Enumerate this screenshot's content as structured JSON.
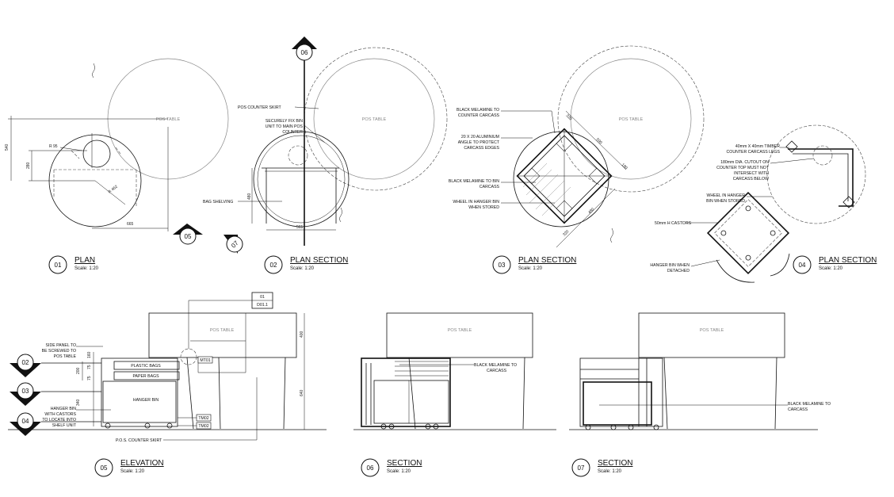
{
  "views": [
    {
      "id": "01",
      "title": "PLAN",
      "scale": "Scale: 1:20"
    },
    {
      "id": "02",
      "title": "PLAN SECTION",
      "scale": "Scale: 1:20"
    },
    {
      "id": "03",
      "title": "PLAN SECTION",
      "scale": "Scale: 1:20"
    },
    {
      "id": "04",
      "title": "PLAN SECTION",
      "scale": "Scale: 1:20"
    },
    {
      "id": "05",
      "title": "ELEVATION",
      "scale": "Scale: 1:20"
    },
    {
      "id": "06",
      "title": "SECTION",
      "scale": "Scale: 1:20"
    },
    {
      "id": "07",
      "title": "SECTION",
      "scale": "Scale: 1:20"
    }
  ],
  "pos_table": "POS TABLE",
  "markers": {
    "m05": "05",
    "m06": "06",
    "m07": "07",
    "m02": "02",
    "m03": "03",
    "m04": "04",
    "m01": "01",
    "m01ref": "D01.1"
  },
  "dims": {
    "d540": "540",
    "d280": "280",
    "d665": "665",
    "r95": "R 95",
    "r462": "R 462",
    "d480": "480",
    "d565": "565",
    "d320": "320",
    "d590": "590",
    "d320b": "320",
    "d180": "180",
    "d480b": "480",
    "e400": "400",
    "e640": "640",
    "e160": "160",
    "e75": "75",
    "e200": "200",
    "e75b": "75",
    "e340": "340"
  },
  "annotations": {
    "counter_skirt": "POS COUNTER SKIRT",
    "fix_bin": [
      "SECURELY FIX BIN",
      "UNIT TO MAIN POS",
      "COUNTER"
    ],
    "bag_shelving": "BAG SHELVING",
    "black_melamine_counter": [
      "BLACK MELAMINE TO",
      "COUNTER CARCASS"
    ],
    "aluminium_angle": [
      "20 X 20 ALUMINIUM",
      "ANGLE TO PROTECT",
      "CARCASS EDGES"
    ],
    "black_melamine_bin": [
      "BLACK MELAMINE TO BIN",
      "CARCASS"
    ],
    "wheel_stored_03": [
      "WHEEL IN HANGER BIN",
      "WHEN STORED"
    ],
    "timber_legs": [
      "40mm X 40mm TIMBER",
      "COUNTER CARCASS LEGS"
    ],
    "cutout": [
      "180mm DIA. CUTOUT ON",
      "COUNTER TOP MUST NOT",
      "INTERSECT WITH",
      "CARCASS BELOW"
    ],
    "wheel_stored_04": [
      "WHEEL IN HANGER",
      "BIN WHEN STORED"
    ],
    "castors": "50mm H CASTORS",
    "bin_detached": [
      "HANGER BIN WHEN",
      "DETACHED"
    ],
    "side_panel": [
      "SIDE PANEL TO",
      "BE SCREWED TO",
      "POS TABLE"
    ],
    "plastic_bags": "PLASTIC BAGS",
    "paper_bags": "PAPER BAGS",
    "hanger_bin": "HANGER BIN",
    "hanger_bin_castors": [
      "HANGER BIN",
      "WITH CASTORS",
      "TO LOCATE INTO",
      "SHELF UNIT"
    ],
    "counter_skirt_05": "P.O.S. COUNTER SKIRT",
    "melamine_06": [
      "BLACK MELAMINE TO",
      "CARCASS"
    ],
    "melamine_07": [
      "BLACK MELAMINE TO",
      "CARCASS"
    ],
    "tags": {
      "mt01": "MT01",
      "tm02a": "TM02",
      "tm02b": "TM02"
    }
  }
}
